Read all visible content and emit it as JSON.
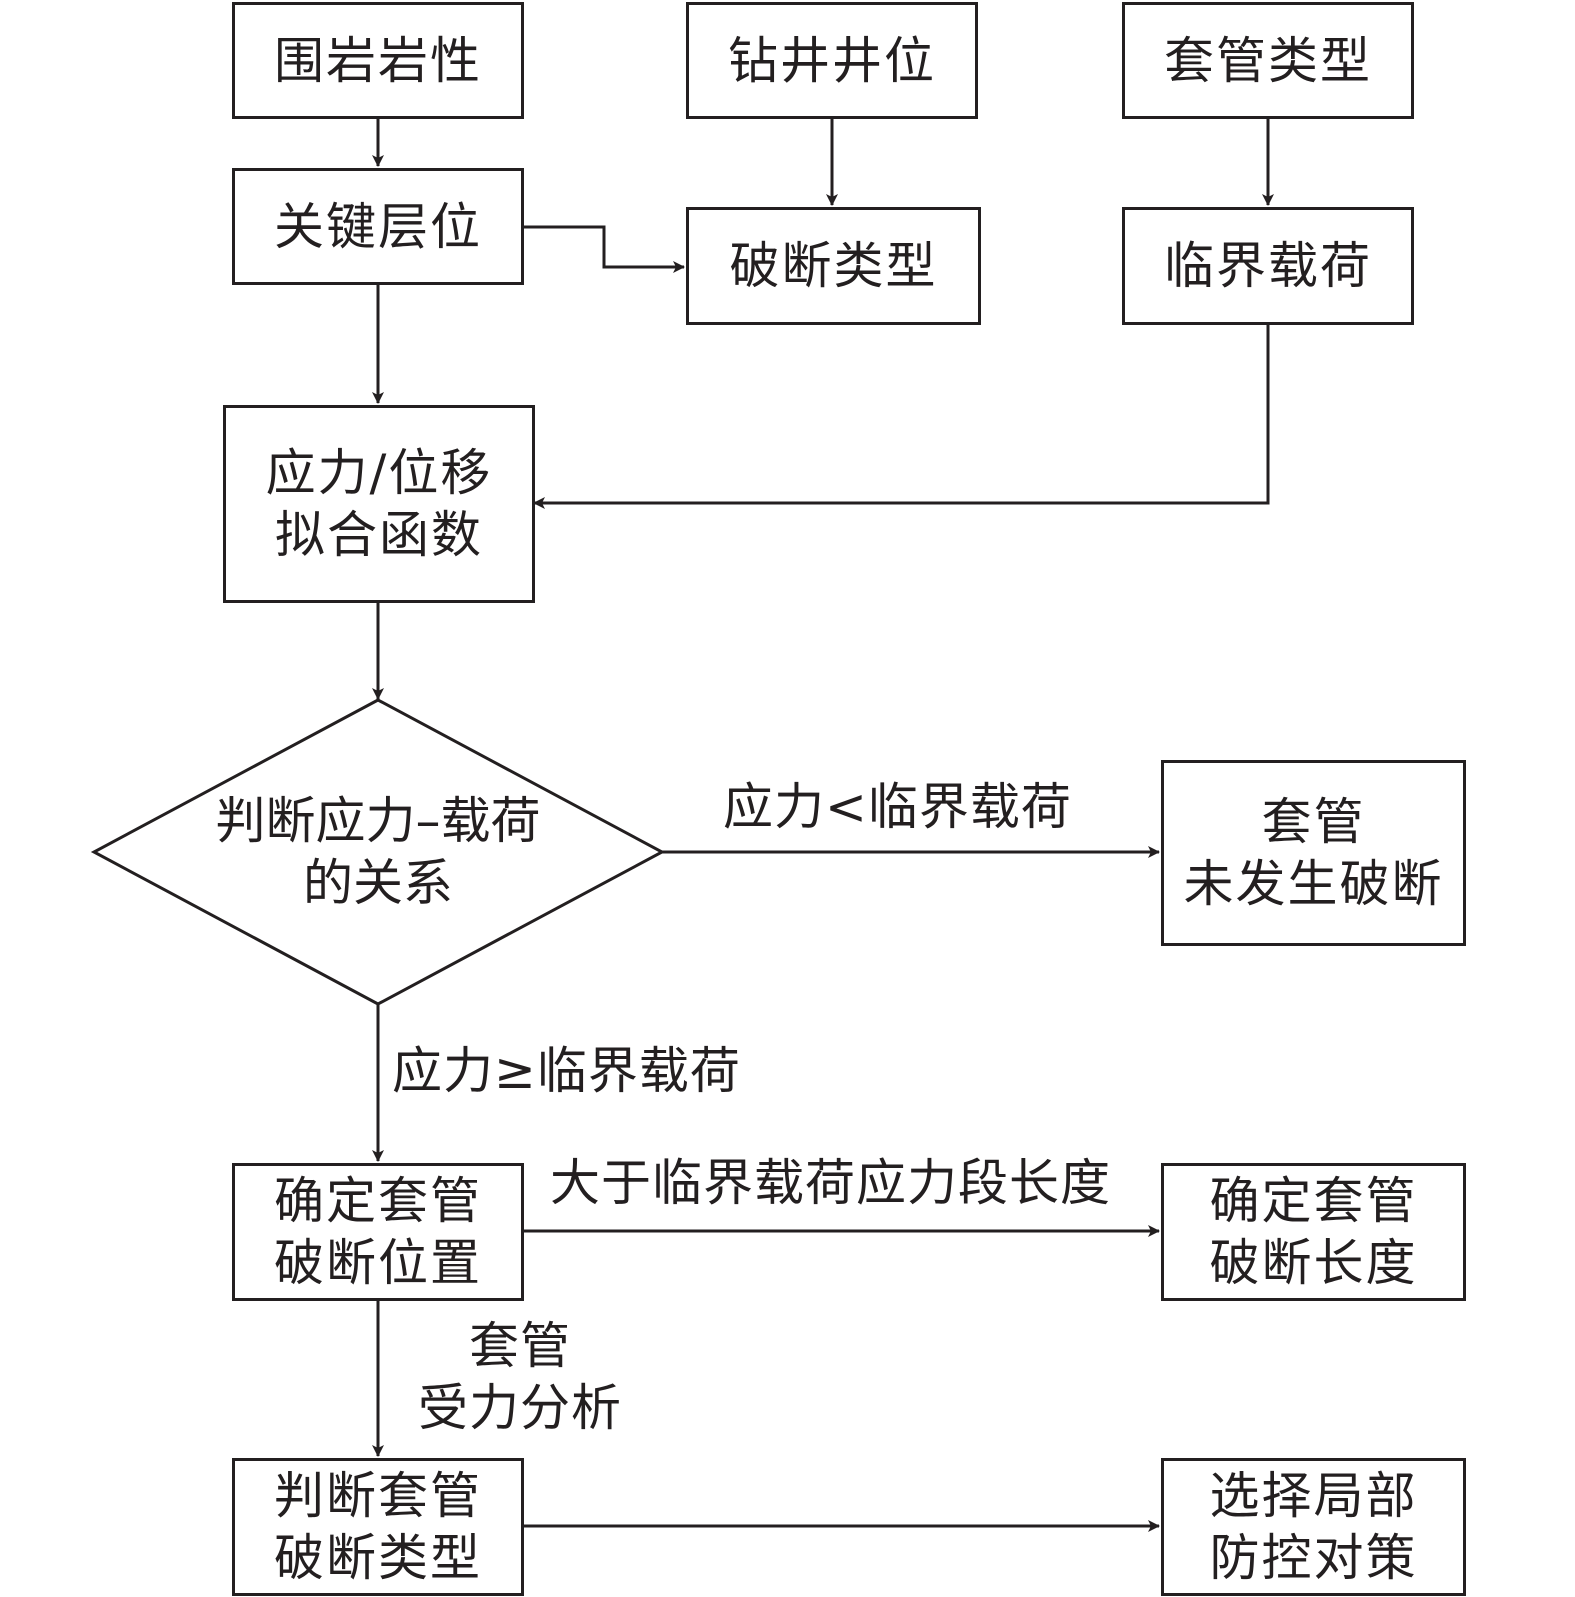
{
  "nodes": {
    "rock_lithology": "围岩岩性",
    "well_location": "钻井井位",
    "casing_type": "套管类型",
    "key_layer": "关键层位",
    "fracture_type": "破断类型",
    "critical_load": "临界载荷",
    "fitting_line1": "应力/位移",
    "fitting_line2": "拟合函数",
    "judge_line1": "判断应力–载荷",
    "judge_line2": "的关系",
    "intact_line1": "套管",
    "intact_line2": "未发生破断",
    "position_line1": "确定套管",
    "position_line2": "破断位置",
    "length_line1": "确定套管",
    "length_line2": "破断长度",
    "judge_type_line1": "判断套管",
    "judge_type_line2": "破断类型",
    "measures_line1": "选择局部",
    "measures_line2": "防控对策"
  },
  "edges": {
    "less_than": "应力<临界载荷",
    "greater_equal": "应力≥临界载荷",
    "segment_length": "大于临界载荷应力段长度",
    "force_line1": "套管",
    "force_line2": "受力分析"
  },
  "colors": {
    "stroke": "#231f20",
    "background": "#ffffff"
  }
}
